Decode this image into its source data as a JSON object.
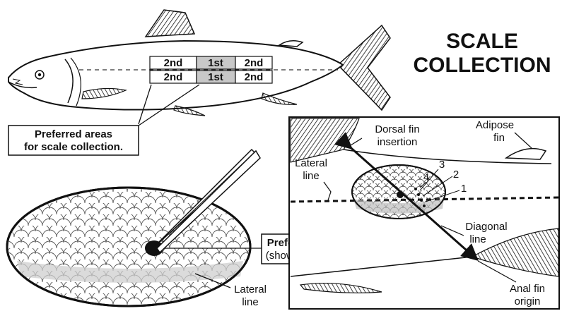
{
  "title": {
    "line1": "SCALE",
    "line2": "COLLECTION"
  },
  "grid": {
    "top_row": [
      "2nd",
      "1st",
      "2nd"
    ],
    "bottom_row": [
      "2nd",
      "1st",
      "2nd"
    ]
  },
  "preferred_areas": {
    "line1": "Preferred areas",
    "line2": "for scale collection."
  },
  "preferred_scale": {
    "line1": "Preferred scale",
    "line2": "(shown as black)"
  },
  "left_lateral": {
    "line1": "Lateral",
    "line2": "line"
  },
  "inset": {
    "dorsal_fin": {
      "line1": "Dorsal fin",
      "line2": "insertion"
    },
    "adipose_fin": {
      "line1": "Adipose",
      "line2": "fin"
    },
    "lateral_line": {
      "line1": "Lateral",
      "line2": "line"
    },
    "diagonal_line": {
      "line1": "Diagonal",
      "line2": "line"
    },
    "anal_fin": {
      "line1": "Anal fin",
      "line2": "origin"
    },
    "row_numbers": [
      "4",
      "3",
      "2",
      "1"
    ]
  }
}
